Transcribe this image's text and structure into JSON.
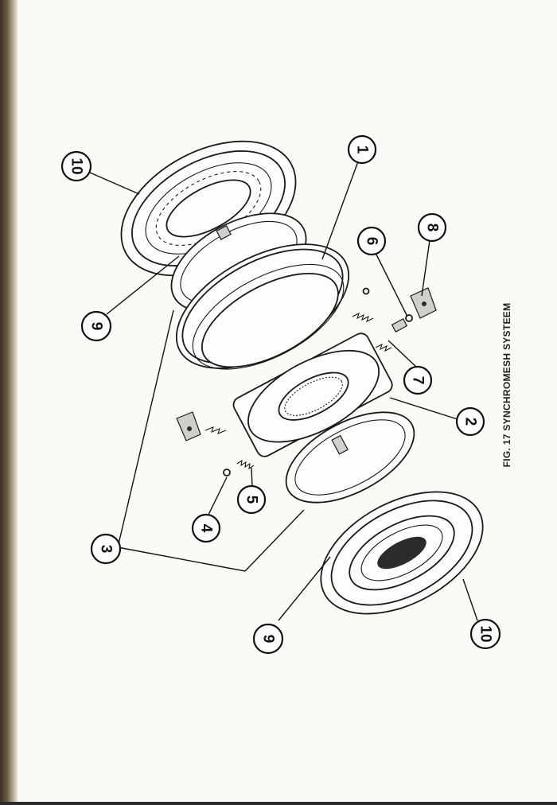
{
  "caption": "FIG. 17  SYNCHROMESH SYSTEEM",
  "callouts": {
    "c10_top": "10",
    "c1": "1",
    "c6": "6",
    "c8": "8",
    "c9_top": "9",
    "c7": "7",
    "c2": "2",
    "c5": "5",
    "c4": "4",
    "c3": "3",
    "c9_bottom": "9",
    "c10_bottom": "10"
  }
}
